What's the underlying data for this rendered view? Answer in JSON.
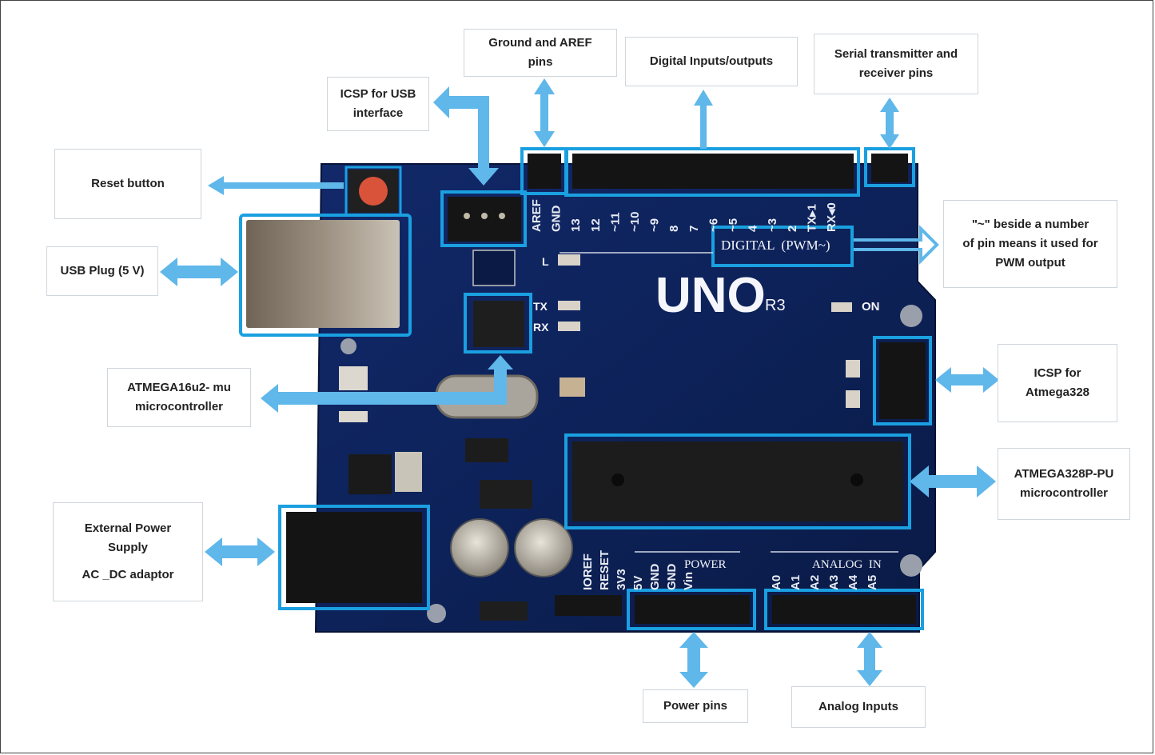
{
  "board": {
    "brand": "UNO",
    "rev": "R3",
    "on_label": "ON",
    "tx_label": "TX",
    "rx_label": "RX",
    "l_label": "L",
    "digital_label": "DIGITAL  (PWM~)",
    "power_label": "POWER",
    "analog_label": "ANALOG  IN",
    "digital_pins": [
      "AREF",
      "GND",
      "13",
      "12",
      "~11",
      "~10",
      "~9",
      "8",
      "7",
      "~6",
      "~5",
      "4",
      "~3",
      "2",
      "TX▸1",
      "RX◂0"
    ],
    "power_pins": [
      "IOREF",
      "RESET",
      "3V3",
      "5V",
      "GND",
      "GND",
      "Vin"
    ],
    "analog_pins": [
      "A0",
      "A1",
      "A2",
      "A3",
      "A4",
      "A5"
    ]
  },
  "callouts": {
    "ground_aref": [
      "Ground and AREF",
      "pins"
    ],
    "digital_io": [
      "Digital Inputs/outputs"
    ],
    "serial": [
      "Serial transmitter and",
      "receiver pins"
    ],
    "icsp_usb": [
      "ICSP for USB",
      "interface"
    ],
    "reset": [
      "Reset button"
    ],
    "usb_plug": [
      "USB Plug (5 V)"
    ],
    "pwm_note": [
      "\"~\" beside a number",
      "of pin means it used for",
      "PWM output"
    ],
    "atmega16u2": [
      "ATMEGA16u2- mu",
      "microcontroller"
    ],
    "icsp_328": [
      "ICSP for",
      "Atmega328"
    ],
    "atmega328": [
      "ATMEGA328P-PU",
      "microcontroller"
    ],
    "ext_power": [
      "External Power",
      "Supply",
      "AC _DC adaptor"
    ],
    "power_pins": [
      "Power pins"
    ],
    "analog_inputs": [
      "Analog Inputs"
    ]
  },
  "colors": {
    "board": "#0d2259",
    "highlight": "#1aa0e0",
    "arrow": "#5fb7ea"
  }
}
